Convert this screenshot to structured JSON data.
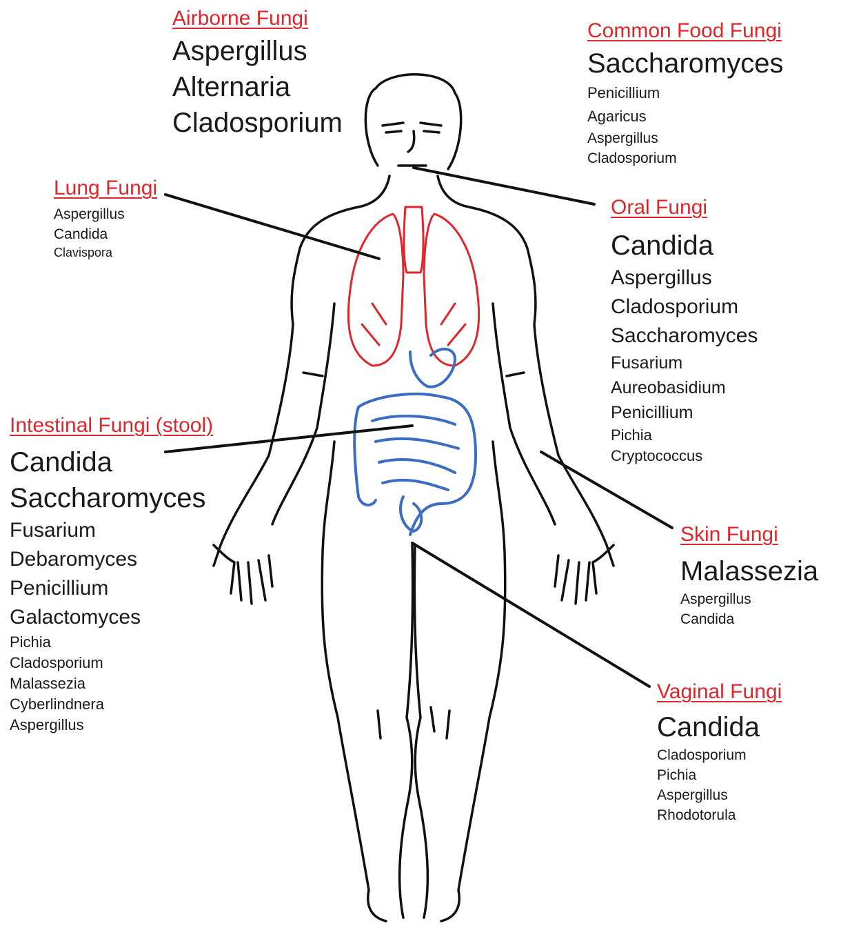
{
  "groups": {
    "airborne": {
      "heading": "Airborne Fungi",
      "items": [
        "Aspergillus",
        "Alternaria",
        "Cladosporium"
      ]
    },
    "food": {
      "heading": "Common Food Fungi",
      "items": [
        "Saccharomyces",
        "Penicillium",
        "Agaricus",
        "Aspergillus",
        "Cladosporium"
      ]
    },
    "lung": {
      "heading": "Lung Fungi",
      "items": [
        "Aspergillus",
        "Candida",
        "Clavispora"
      ]
    },
    "oral": {
      "heading": "Oral Fungi",
      "items": [
        "Candida",
        "Aspergillus",
        "Cladosporium",
        "Saccharomyces",
        "Fusarium",
        "Aureobasidium",
        "Penicillium",
        "Pichia",
        "Cryptococcus"
      ]
    },
    "intestinal": {
      "heading": "Intestinal Fungi (stool)",
      "items": [
        "Candida",
        "Saccharomyces",
        "Fusarium",
        "Debaromyces",
        "Penicillium",
        "Galactomyces",
        "Pichia",
        "Cladosporium",
        "Malassezia",
        "Cyberlindnera",
        "Aspergillus"
      ]
    },
    "skin": {
      "heading": "Skin Fungi",
      "items": [
        "Malassezia",
        "Aspergillus",
        "Candida"
      ]
    },
    "vaginal": {
      "heading": "Vaginal Fungi",
      "items": [
        "Candida",
        "Cladosporium",
        "Pichia",
        "Aspergillus",
        "Rhodotorula"
      ]
    }
  },
  "colors": {
    "heading": "#e0262b",
    "text": "#1a1a1a",
    "lungs": "#e0262b",
    "intestines": "#3b6dc4",
    "outline": "#111111"
  }
}
